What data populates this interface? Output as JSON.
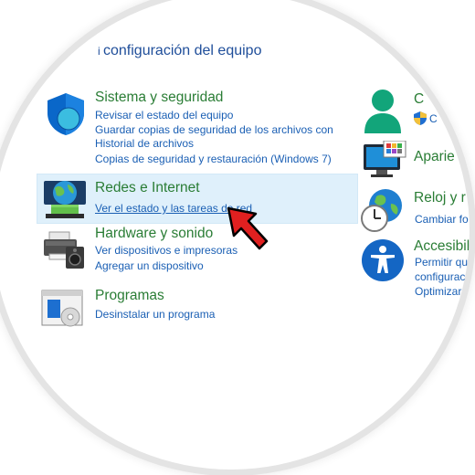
{
  "page_heading": "configuración del equipo",
  "left_column": [
    {
      "title": "Sistema y seguridad",
      "icon": "shield-icon",
      "links": [
        "Revisar el estado del equipo",
        "Guardar copias de seguridad de los archivos con",
        "Historial de archivos",
        "Copias de seguridad y restauración (Windows 7)"
      ]
    },
    {
      "title": "Redes e Internet",
      "icon": "network-globe-icon",
      "links": [
        "Ver el estado y las tareas de red"
      ]
    },
    {
      "title": "Hardware y sonido",
      "icon": "printer-speaker-icon",
      "links": [
        "Ver dispositivos e impresoras",
        "Agregar un dispositivo"
      ]
    },
    {
      "title": "Programas",
      "icon": "programs-disc-icon",
      "links": [
        "Desinstalar un programa"
      ]
    }
  ],
  "right_column": [
    {
      "title": "C",
      "icon": "user-accounts-icon",
      "links": [
        "C"
      ]
    },
    {
      "title": "Aparie",
      "icon": "monitor-palette-icon",
      "links": []
    },
    {
      "title": "Reloj y r",
      "icon": "clock-globe-icon",
      "links": [
        "Cambiar fo"
      ]
    },
    {
      "title": "Accesibil",
      "icon": "accessibility-icon",
      "links": [
        "Permitir qu",
        "configurac",
        "Optimizar"
      ]
    }
  ],
  "colors": {
    "heading_green": "#2a7d35",
    "link_blue": "#1a5fb4",
    "highlight_bg": "#dff0fb",
    "arrow_red": "#e02020"
  }
}
